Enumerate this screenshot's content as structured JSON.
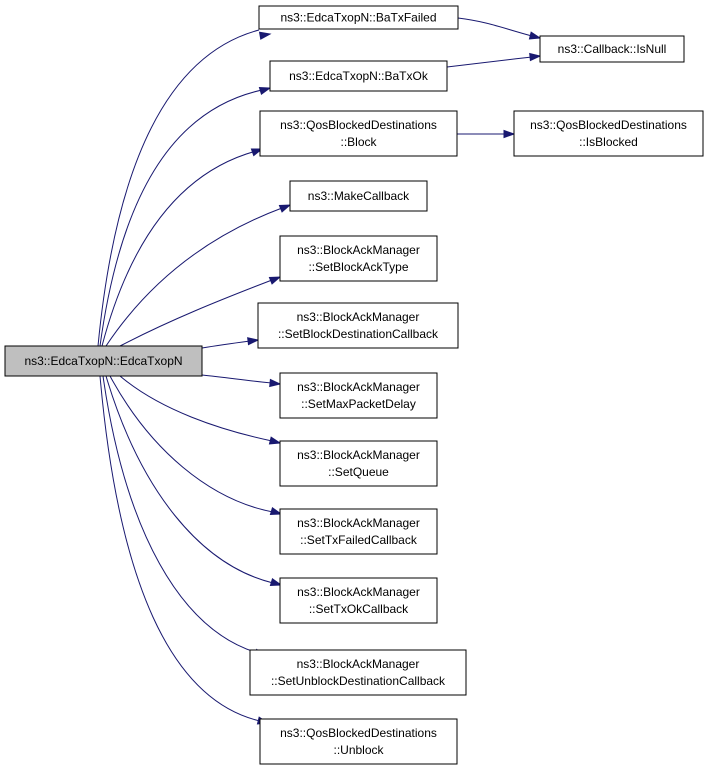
{
  "colors": {
    "edge": "#191970",
    "root_fill": "#bfbfbf",
    "node_fill": "#ffffff",
    "border": "#000000"
  },
  "nodes": {
    "root": [
      "ns3::EdcaTxopN::EdcaTxopN"
    ],
    "ba_tx_failed": [
      "ns3::EdcaTxopN::BaTxFailed"
    ],
    "ba_tx_ok": [
      "ns3::EdcaTxopN::BaTxOk"
    ],
    "callback_is_null": [
      "ns3::Callback::IsNull"
    ],
    "qos_block": [
      "ns3::QosBlockedDestinations",
      "::Block"
    ],
    "qos_is_blocked": [
      "ns3::QosBlockedDestinations",
      "::IsBlocked"
    ],
    "make_callback": [
      "ns3::MakeCallback"
    ],
    "set_block_ack_type": [
      "ns3::BlockAckManager",
      "::SetBlockAckType"
    ],
    "set_block_destination_callback": [
      "ns3::BlockAckManager",
      "::SetBlockDestinationCallback"
    ],
    "set_max_packet_delay": [
      "ns3::BlockAckManager",
      "::SetMaxPacketDelay"
    ],
    "set_queue": [
      "ns3::BlockAckManager",
      "::SetQueue"
    ],
    "set_tx_failed_callback": [
      "ns3::BlockAckManager",
      "::SetTxFailedCallback"
    ],
    "set_tx_ok_callback": [
      "ns3::BlockAckManager",
      "::SetTxOkCallback"
    ],
    "set_unblock_destination_callback": [
      "ns3::BlockAckManager",
      "::SetUnblockDestinationCallback"
    ],
    "qos_unblock": [
      "ns3::QosBlockedDestinations",
      "::Unblock"
    ]
  }
}
